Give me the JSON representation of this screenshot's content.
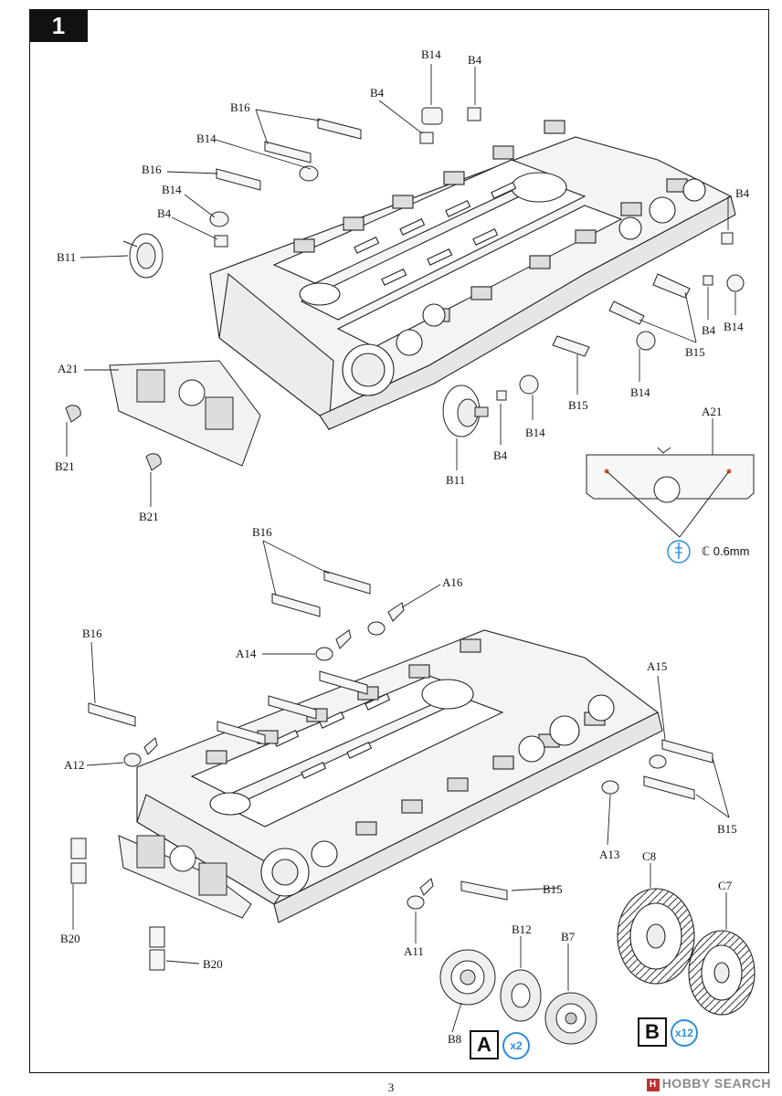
{
  "step": {
    "number": "1"
  },
  "page": {
    "number": "3"
  },
  "watermark": {
    "text": "HOBBY SEARCH"
  },
  "drill": {
    "note": "0.6mm",
    "symbol": "ℂ"
  },
  "sprues": [
    {
      "letter": "A",
      "qty": "x2"
    },
    {
      "letter": "B",
      "qty": "x12"
    }
  ],
  "labels": {
    "top": [
      "B14",
      "B4",
      "B4",
      "B16",
      "B14",
      "B16",
      "B14",
      "B4",
      "B11",
      "A21",
      "B21",
      "B21",
      "B11",
      "B4",
      "B14",
      "B15",
      "B14",
      "B15",
      "B4",
      "B14",
      "B4",
      "A21"
    ],
    "bottom": [
      "B16",
      "A16",
      "B16",
      "A14",
      "A12",
      "A15",
      "B15",
      "A13",
      "B15",
      "A11",
      "B20",
      "B20",
      "B12",
      "B7",
      "B8",
      "C8",
      "C7"
    ]
  },
  "colors": {
    "accent": "#2f8ed8",
    "line": "#111111",
    "drill_mark": "#e05a2a"
  }
}
